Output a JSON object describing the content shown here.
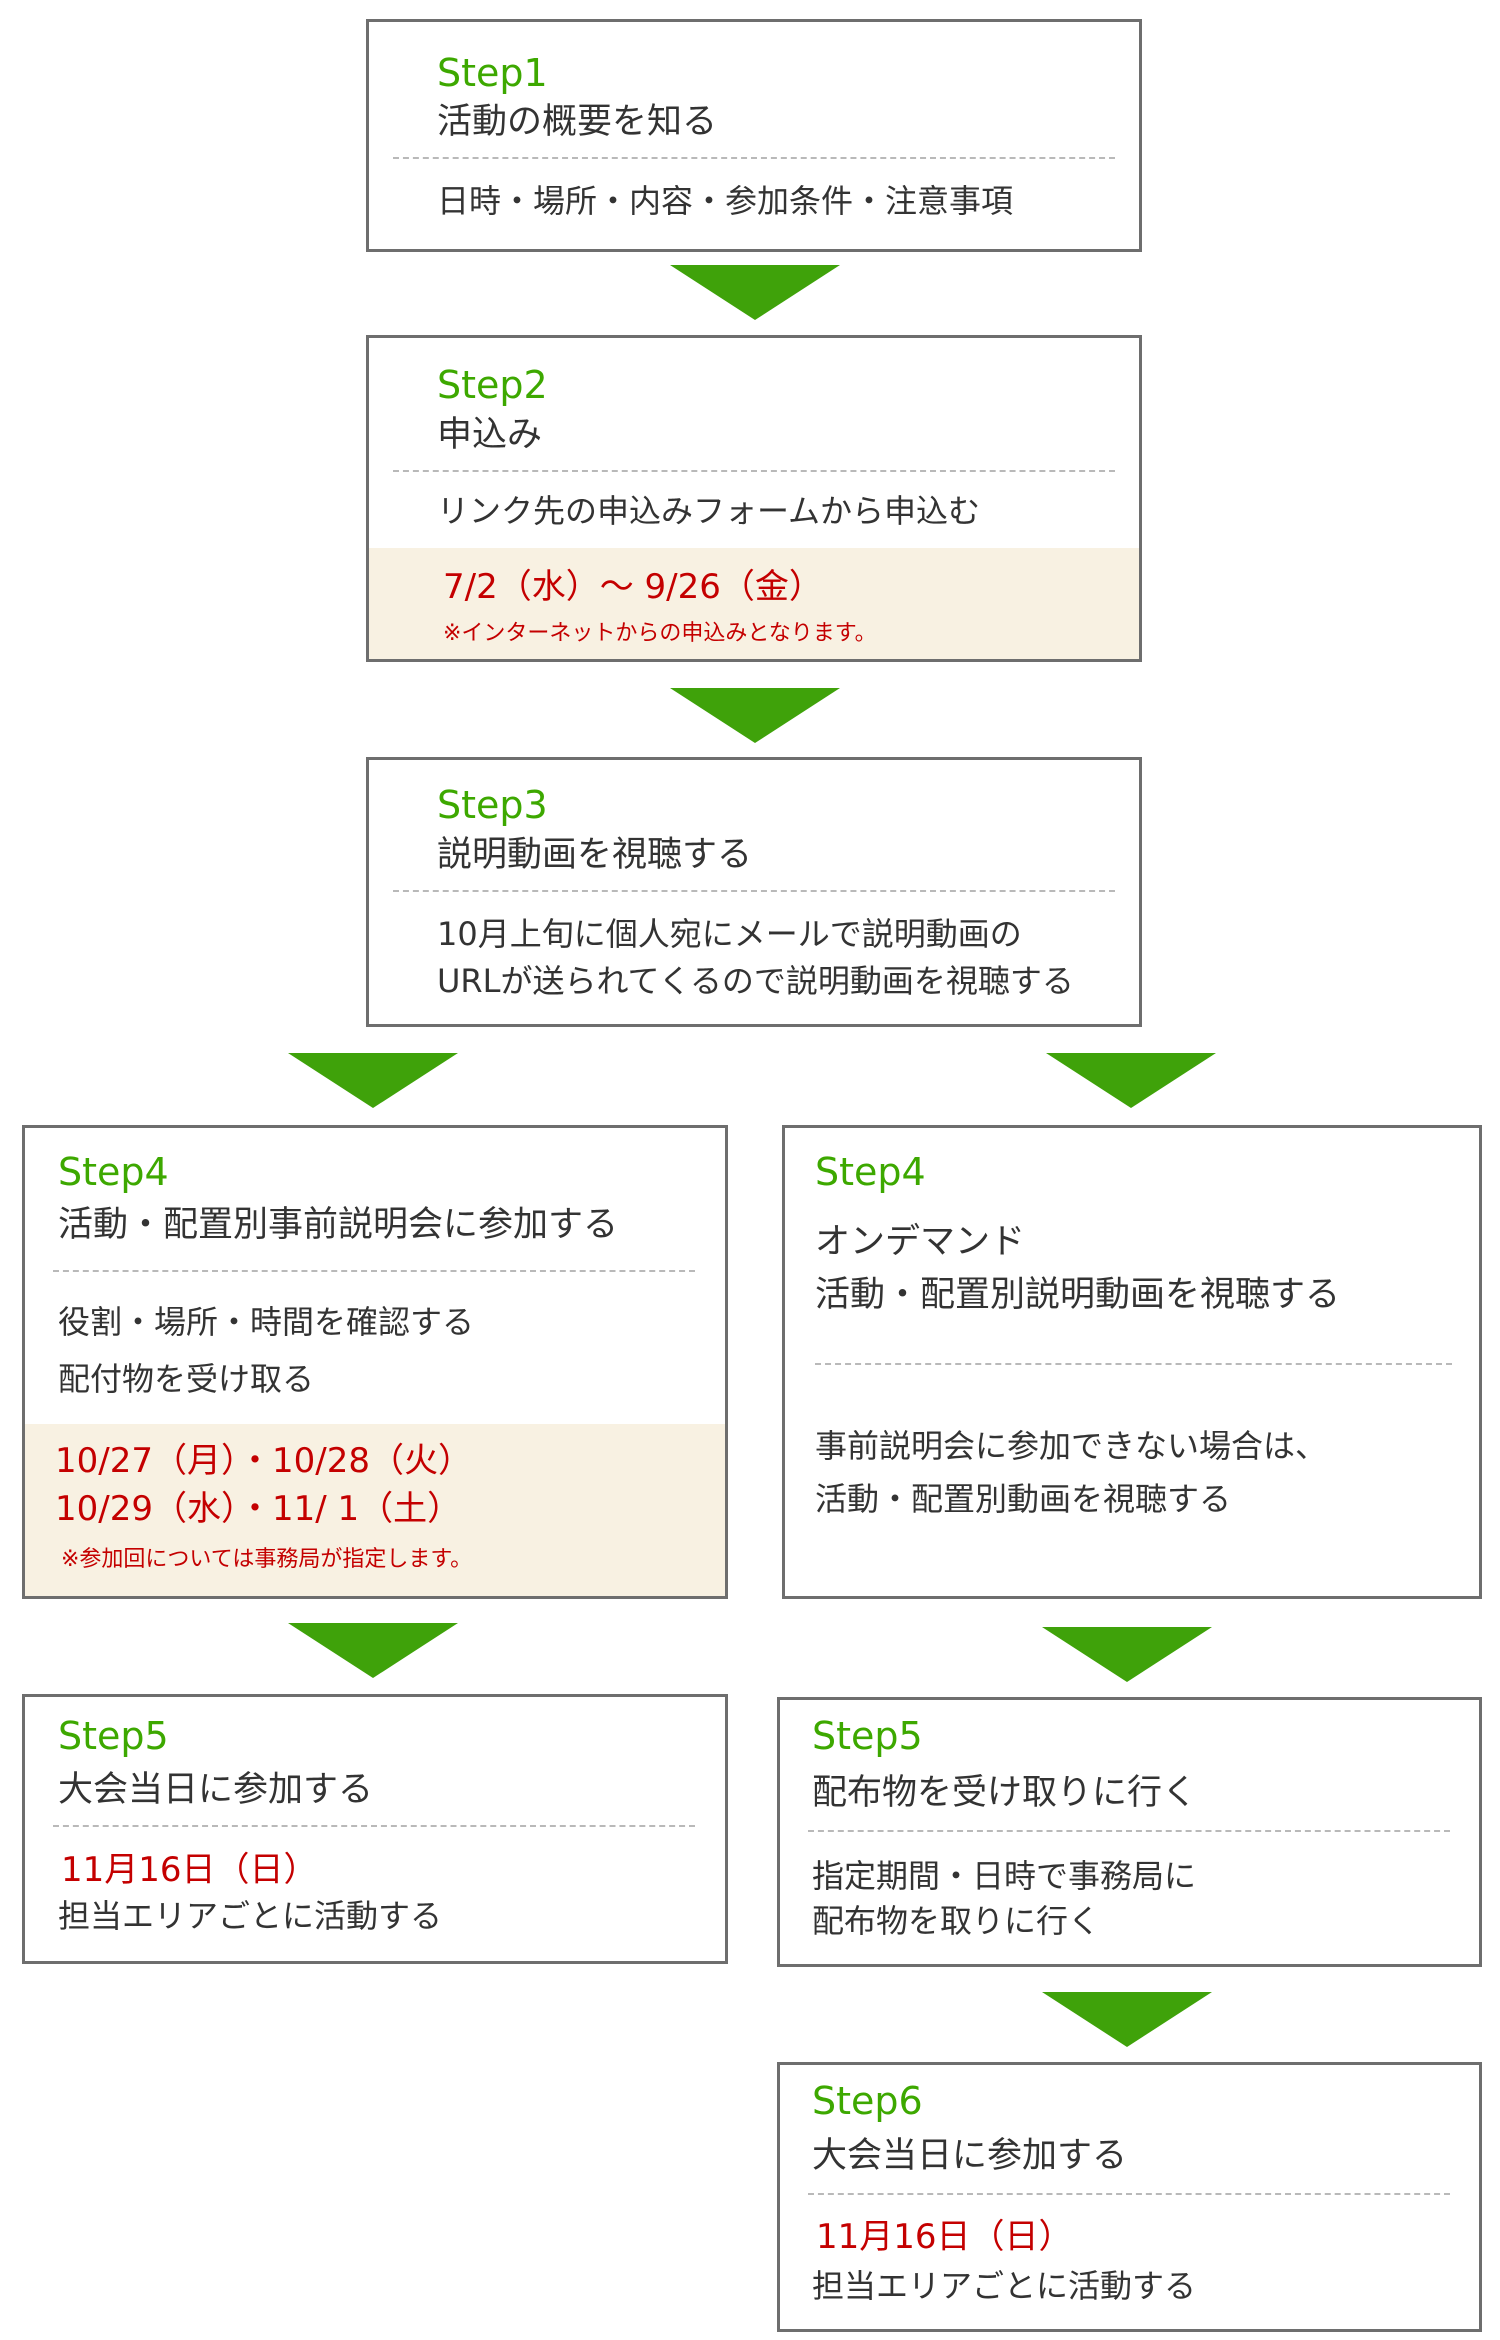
{
  "step1": {
    "step": "Step1",
    "title": "活動の概要を知る",
    "detail": "日時・場所・内容・参加条件・注意事項"
  },
  "step2": {
    "step": "Step2",
    "title": "申込み",
    "detail": "リンク先の申込みフォームから申込む",
    "period": "7/2（水）～ 9/26（金）",
    "note": "※インターネットからの申込みとなります。"
  },
  "step3": {
    "step": "Step3",
    "title": "説明動画を視聴する",
    "line1": "10月上旬に個人宛にメールで説明動画の",
    "line2": "URLが送られてくるので説明動画を視聴する"
  },
  "step4_left": {
    "step": "Step4",
    "title": "活動・配置別事前説明会に参加する",
    "line1": "役割・場所・時間を確認する",
    "line2": "配付物を受け取る",
    "dates1": "10/27（月）・10/28（火）",
    "dates2": "10/29（水）・11/  1（土）",
    "note": "※参加回については事務局が指定します。"
  },
  "step4_right": {
    "step": "Step4",
    "title1": "オンデマンド",
    "title2": "活動・配置別説明動画を視聴する",
    "line1": "事前説明会に参加できない場合は、",
    "line2": "活動・配置別動画を視聴する"
  },
  "step5_left": {
    "step": "Step5",
    "title": "大会当日に参加する",
    "date": "11月16日（日）",
    "detail": "担当エリアごとに活動する"
  },
  "step5_right": {
    "step": "Step5",
    "title": "配布物を受け取りに行く",
    "line1": "指定期間・日時で事務局に",
    "line2": "配布物を取りに行く"
  },
  "step6": {
    "step": "Step6",
    "title": "大会当日に参加する",
    "date": "11月16日（日）",
    "detail": "担当エリアごとに活動する"
  }
}
